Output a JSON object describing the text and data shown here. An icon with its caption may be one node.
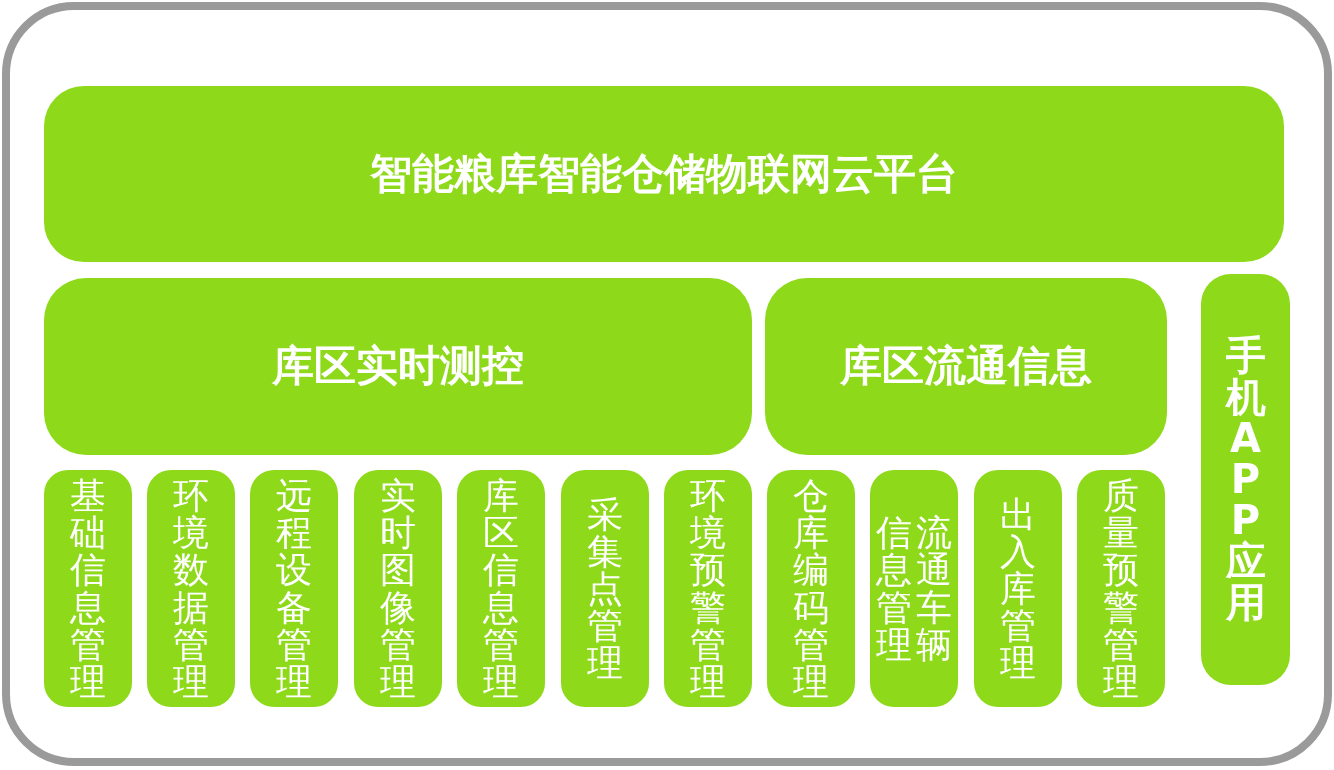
{
  "diagram": {
    "nodes": [
      {
        "text": [
          "智能粮库智能仓储物联网云平台"
        ]
      },
      {
        "text": [
          "库区实时测控"
        ]
      },
      {
        "text": [
          "库区流通信息"
        ]
      },
      {
        "text": [
          "手机APP应用"
        ]
      },
      {
        "text": [
          "基础信息管理"
        ]
      },
      {
        "text": [
          "环境数据管理"
        ]
      },
      {
        "text": [
          "远程设备管理"
        ]
      },
      {
        "text": [
          "实时图像管理"
        ]
      },
      {
        "text": [
          "库区信息管理"
        ]
      },
      {
        "text": [
          "采集点管理"
        ]
      },
      {
        "text": [
          "环境预警管理"
        ]
      },
      {
        "text": [
          "仓库编码管理"
        ]
      },
      {
        "text": [
          "流通车辆信息管理"
        ]
      },
      {
        "text": [
          "出入库管理"
        ]
      },
      {
        "text": [
          "质量预警管理"
        ]
      }
    ]
  }
}
